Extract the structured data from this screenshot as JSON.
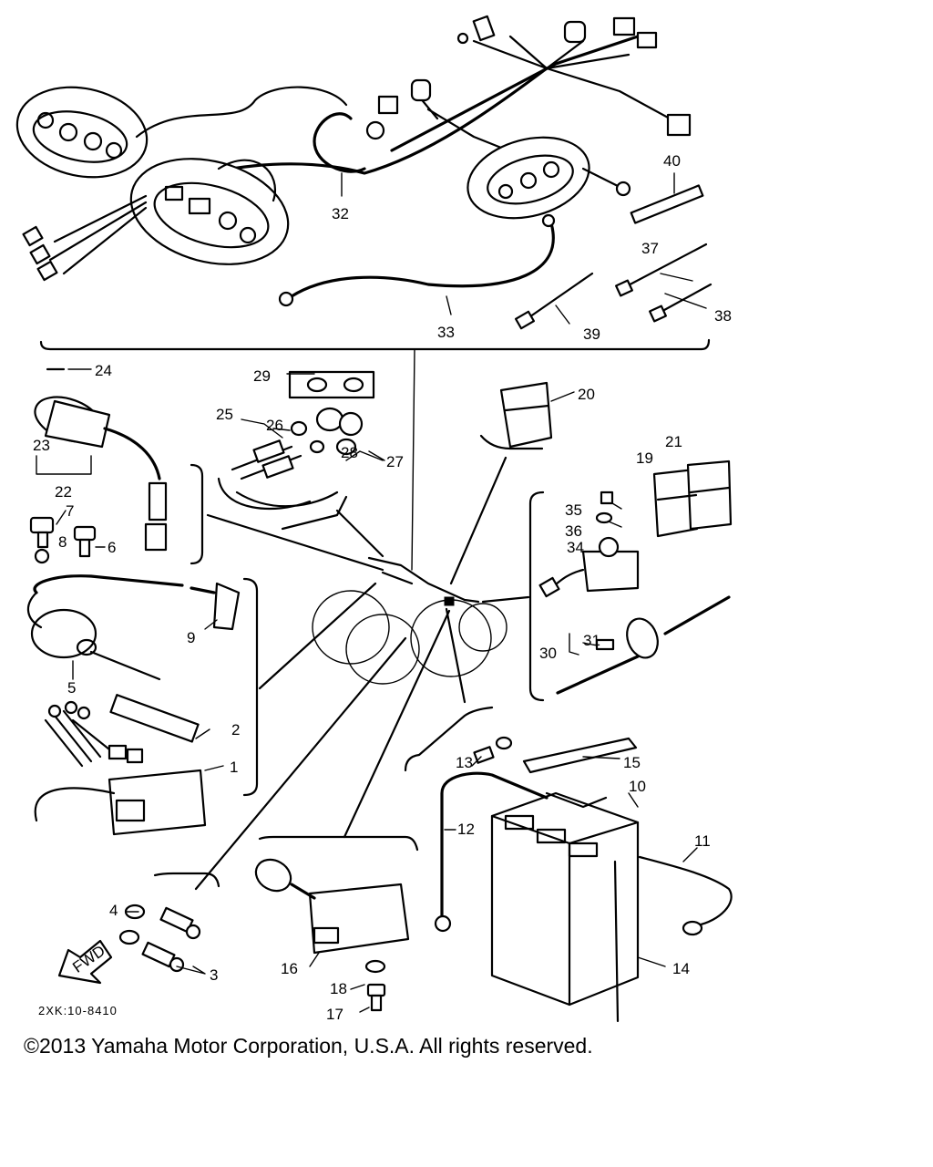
{
  "diagram": {
    "drawing_code": "2XK:10-8410",
    "direction_marker": "FWD",
    "part_numbers": [
      "1",
      "2",
      "3",
      "4",
      "5",
      "6",
      "7",
      "8",
      "9",
      "10",
      "11",
      "12",
      "13",
      "14",
      "15",
      "16",
      "17",
      "18",
      "19",
      "20",
      "21",
      "22",
      "23",
      "24",
      "25",
      "26",
      "27",
      "28",
      "29",
      "30",
      "31",
      "32",
      "33",
      "34",
      "35",
      "36",
      "37",
      "38",
      "39",
      "40"
    ]
  },
  "footer": {
    "copyright": "©2013 Yamaha Motor Corporation, U.S.A. All rights reserved."
  }
}
